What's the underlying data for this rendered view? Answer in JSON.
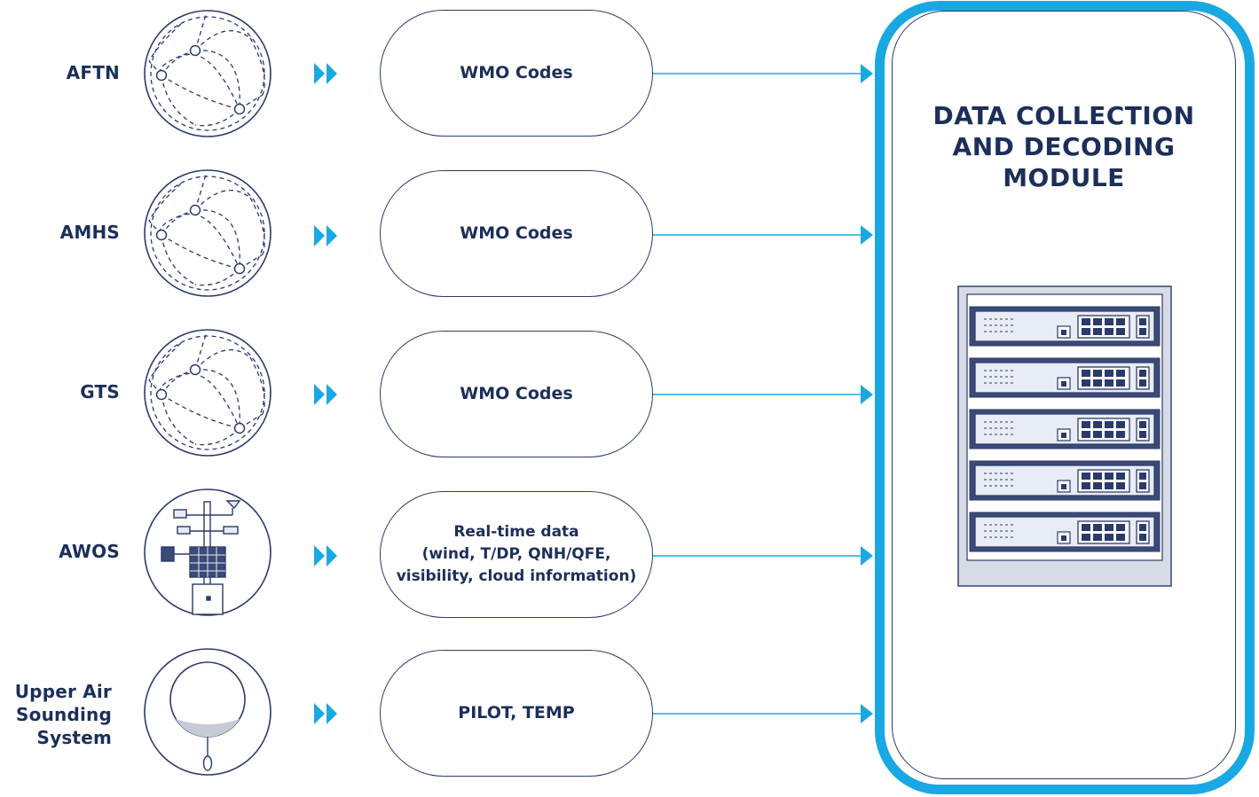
{
  "sources": [
    {
      "id": "aftn",
      "label": "AFTN",
      "icon": "network-globe-icon",
      "message": "WMO Codes"
    },
    {
      "id": "amhs",
      "label": "AMHS",
      "icon": "network-globe-icon",
      "message": "WMO Codes"
    },
    {
      "id": "gts",
      "label": "GTS",
      "icon": "network-globe-icon",
      "message": "WMO Codes"
    },
    {
      "id": "awos",
      "label": "AWOS",
      "icon": "weather-station-icon",
      "message": "Real-time data\n(wind, T/DP, QNH/QFE,\nvisibility, cloud information)"
    },
    {
      "id": "upper-air",
      "label": "Upper Air\nSounding\nSystem",
      "icon": "weather-balloon-icon",
      "message": "PILOT, TEMP"
    }
  ],
  "module": {
    "title": "DATA COLLECTION\nAND DECODING\nMODULE",
    "icon": "server-rack-icon"
  },
  "colors": {
    "navy": "#2b3a6b",
    "text": "#1c2f5a",
    "accent": "#19a8e2"
  }
}
